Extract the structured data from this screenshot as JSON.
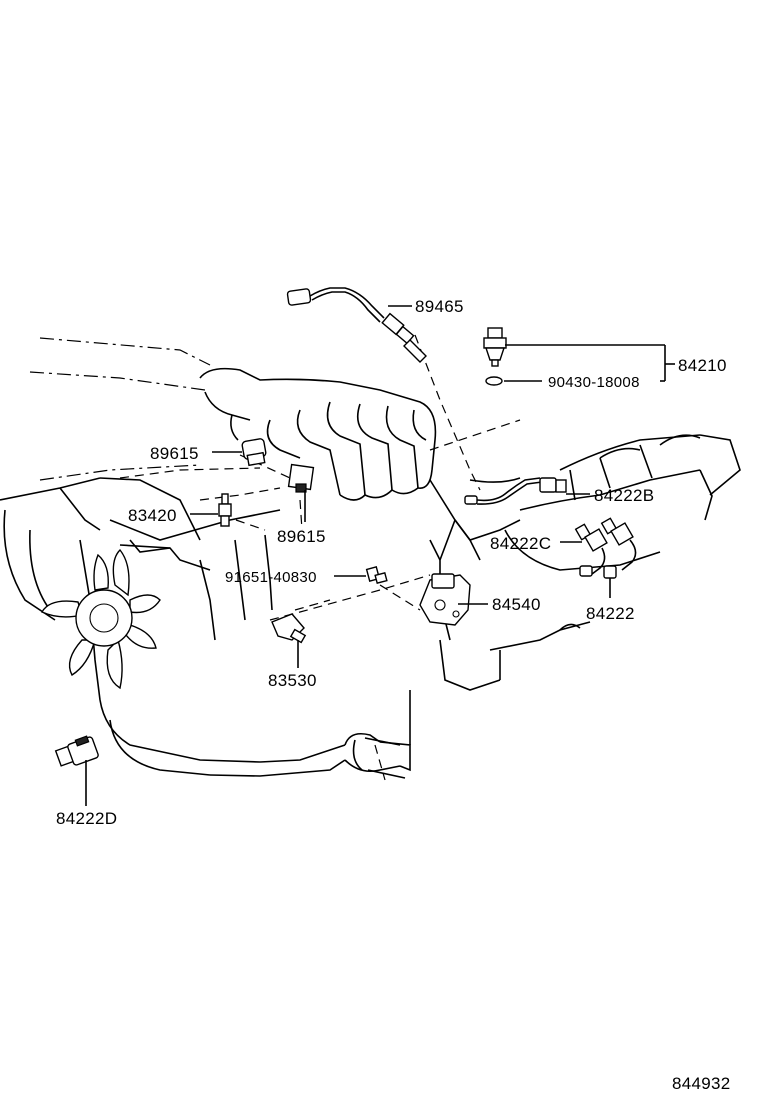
{
  "parts": [
    {
      "id": "89465",
      "label": "89465"
    },
    {
      "id": "84210",
      "label": "84210"
    },
    {
      "id": "90430-18008",
      "label": "90430-18008"
    },
    {
      "id": "89615-upper",
      "label": "89615"
    },
    {
      "id": "89615-lower",
      "label": "89615"
    },
    {
      "id": "83420",
      "label": "83420"
    },
    {
      "id": "84222B",
      "label": "84222B"
    },
    {
      "id": "84222C",
      "label": "84222C"
    },
    {
      "id": "84222",
      "label": "84222"
    },
    {
      "id": "91651-40830",
      "label": "91651-40830"
    },
    {
      "id": "84540",
      "label": "84540"
    },
    {
      "id": "83530",
      "label": "83530"
    },
    {
      "id": "84222D",
      "label": "84222D"
    }
  ],
  "diagram_code": "844932"
}
